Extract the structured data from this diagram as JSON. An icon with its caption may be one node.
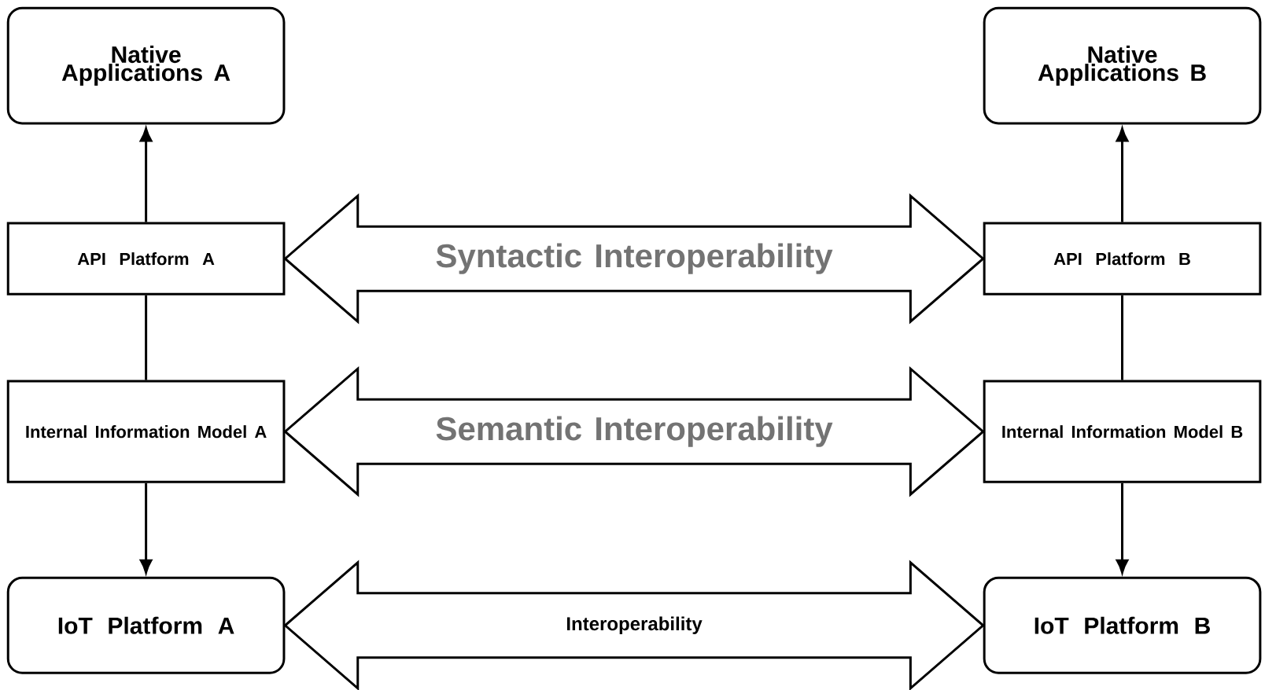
{
  "diagram": {
    "nodes": [
      {
        "text": [
          "Native Applications A"
        ]
      },
      {
        "text": [
          "Native Applications B"
        ]
      },
      {
        "text": [
          "API Platform A"
        ]
      },
      {
        "text": [
          "API Platform B"
        ]
      },
      {
        "text": [
          "Internal Information Model A"
        ]
      },
      {
        "text": [
          "Internal Information Model B"
        ]
      },
      {
        "text": [
          "IoT Platform A"
        ]
      },
      {
        "text": [
          "IoT Platform B"
        ]
      }
    ],
    "edges": [
      {
        "from": 2,
        "to": 0,
        "arrow": "to"
      },
      {
        "from": 3,
        "to": 1,
        "arrow": "to"
      },
      {
        "from": 2,
        "to": 4,
        "arrow": "none"
      },
      {
        "from": 3,
        "to": 5,
        "arrow": "none"
      },
      {
        "from": 4,
        "to": 6,
        "arrow": "to"
      },
      {
        "from": 5,
        "to": 7,
        "arrow": "to"
      },
      {
        "from": 2,
        "to": 3,
        "arrow": "both",
        "style": "thick",
        "label": "Syntactic Interoperability"
      },
      {
        "from": 4,
        "to": 5,
        "arrow": "both",
        "style": "thick",
        "label": "Semantic Interoperability"
      },
      {
        "from": 6,
        "to": 7,
        "arrow": "both",
        "style": "thick",
        "label": "Interoperability"
      }
    ]
  }
}
